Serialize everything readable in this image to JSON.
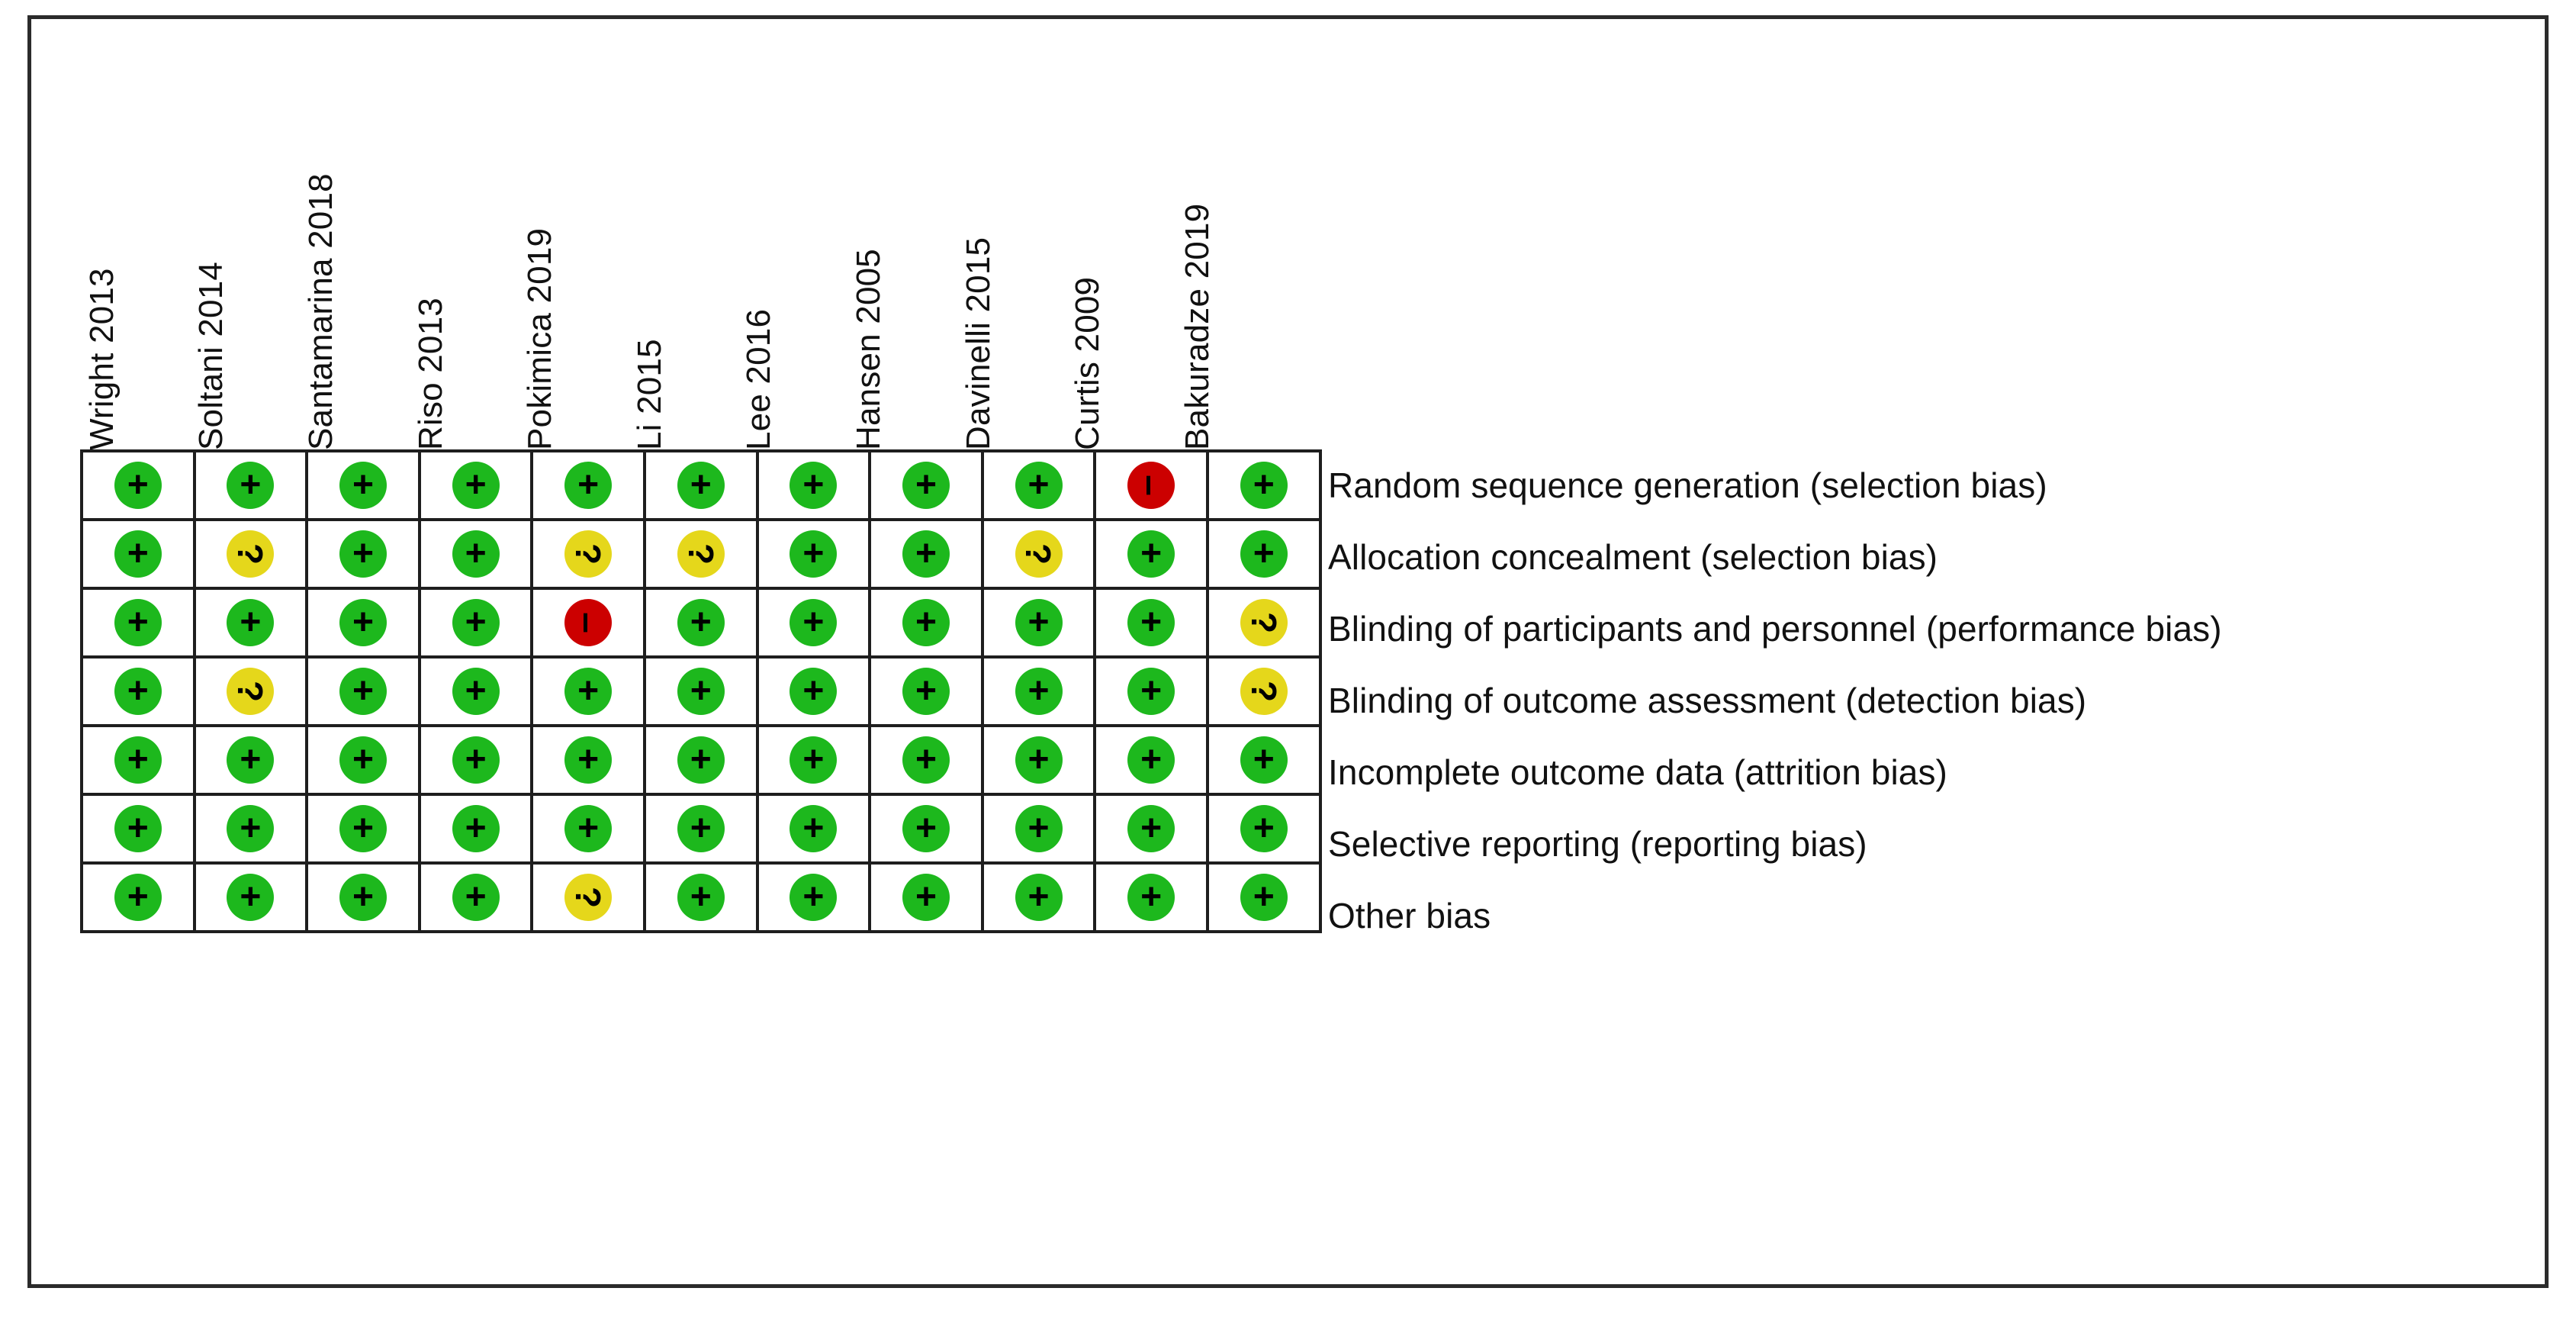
{
  "figure": {
    "type": "risk-of-bias-summary",
    "studies": [
      "Wright 2013",
      "Soltani 2014",
      "Santamarina 2018",
      "Riso 2013",
      "Pokimica 2019",
      "Li 2015",
      "Lee 2016",
      "Hansen 2005",
      "Davinelli 2015",
      "Curtis 2009",
      "Bakuradze 2019"
    ],
    "domains": [
      "Random sequence generation (selection bias)",
      "Allocation concealment (selection bias)",
      "Blinding of participants and personnel (performance bias)",
      "Blinding of outcome assessment (detection bias)",
      "Incomplete outcome data (attrition bias)",
      "Selective reporting (reporting bias)",
      "Other bias"
    ],
    "judgement_glyphs": {
      "low": "+",
      "unclear": "?",
      "high": "–"
    },
    "judgement_colors": {
      "low": "#1DB81D",
      "unclear": "#E5D71B",
      "high": "#CC0000",
      "glyph": "#000000",
      "grid_line": "#1E1E1E",
      "frame": "#2B2B2B",
      "background": "#FFFFFF"
    },
    "matrix": [
      [
        "low",
        "low",
        "low",
        "low",
        "low",
        "low",
        "low",
        "low",
        "low",
        "high",
        "low"
      ],
      [
        "low",
        "unclear",
        "low",
        "low",
        "unclear",
        "unclear",
        "low",
        "low",
        "unclear",
        "low",
        "low"
      ],
      [
        "low",
        "low",
        "low",
        "low",
        "high",
        "low",
        "low",
        "low",
        "low",
        "low",
        "unclear"
      ],
      [
        "low",
        "unclear",
        "low",
        "low",
        "low",
        "low",
        "low",
        "low",
        "low",
        "low",
        "unclear"
      ],
      [
        "low",
        "low",
        "low",
        "low",
        "low",
        "low",
        "low",
        "low",
        "low",
        "low",
        "low"
      ],
      [
        "low",
        "low",
        "low",
        "low",
        "low",
        "low",
        "low",
        "low",
        "low",
        "low",
        "low"
      ],
      [
        "low",
        "low",
        "low",
        "low",
        "unclear",
        "low",
        "low",
        "low",
        "low",
        "low",
        "low"
      ]
    ]
  }
}
